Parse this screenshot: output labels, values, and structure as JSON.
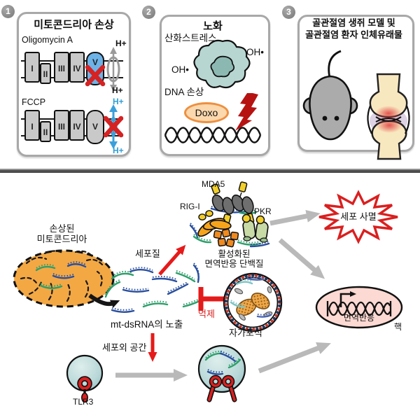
{
  "figure": {
    "panel1": {
      "badge": "1",
      "title": "미토콘드리아 손상",
      "treatment1": "Oligomycin A",
      "treatment2": "FCCP",
      "complexes": [
        "I",
        "II",
        "III",
        "IV",
        "V"
      ],
      "proton": "H+"
    },
    "panel2": {
      "badge": "2",
      "title": "노화",
      "stress": "산화스트레스",
      "radical_left": "OH•",
      "radical_right": "OH•",
      "dna_damage": "DNA 손상",
      "drug": "Doxo"
    },
    "panel3": {
      "badge": "3",
      "title": "골관절염 생쥐 모델 및\n골관절염 환자 인체유래물"
    },
    "pathway": {
      "damaged_mitochondria": "손상된\n미토콘드리아",
      "cytoplasm": "세포질",
      "mda5": "MDA5",
      "rig_i": "RIG-I",
      "pkr": "PKR",
      "activated_proteins": "활성화된\n면역반응 단백질",
      "cell_death": "세포 사멸",
      "mt_dsrna_release": "mt-dsRNA의 노출",
      "inhibition": "억제",
      "autophagy": "자가포식",
      "immune_response": "면역반응",
      "nucleus": "핵",
      "extracellular_space": "세포외 공간",
      "tlr3": "TLR3"
    },
    "colors": {
      "red": "#da2020",
      "gray_arrow": "#b9b9b9",
      "mito_orange": "#f3a844",
      "cell_teal": "#b7d6d1",
      "nucleus_pink": "#fcd9d2",
      "complex_blue": "#6db3e8",
      "doxo_border": "#ee8f3f",
      "rigi_orange": "#f7a41d",
      "pkr_green": "#c8daa6",
      "mda5_gray": "#6f6f6f",
      "tag_yellow": "#f2cf2a"
    }
  }
}
